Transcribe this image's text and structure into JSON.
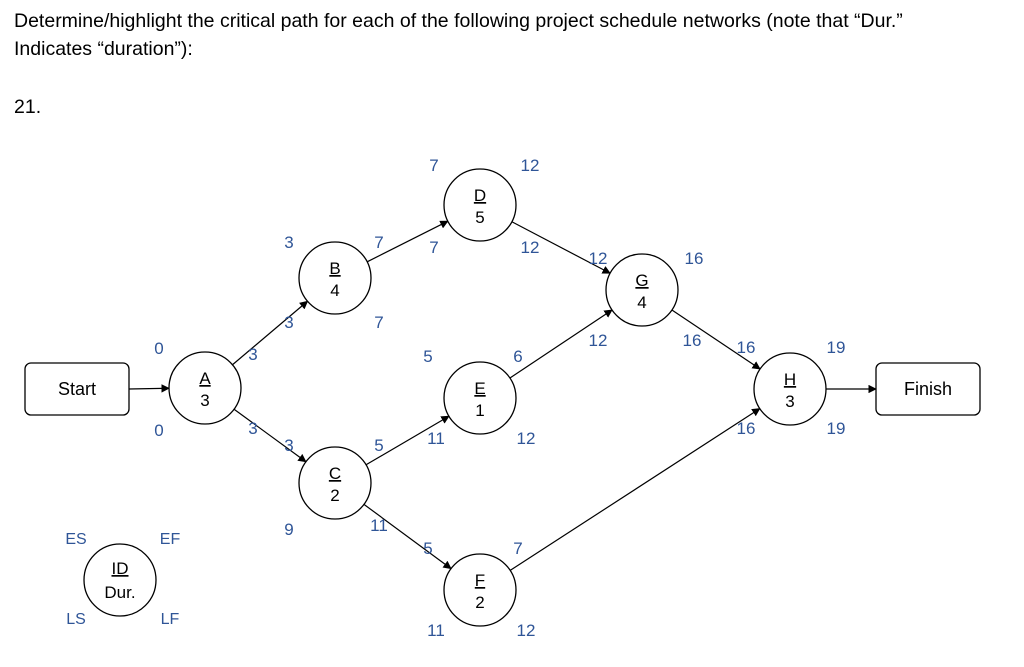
{
  "question": {
    "line1": "Determine/highlight the critical path for each of the following project schedule networks (note that “Dur.”",
    "line2": "Indicates “duration”):",
    "number": "21."
  },
  "colors": {
    "number_blue": "#2f5597",
    "ink": "#000000"
  },
  "network": {
    "nodes": [
      {
        "id": "start",
        "shape": "box",
        "label": "Start"
      },
      {
        "id": "finish",
        "shape": "box",
        "label": "Finish"
      },
      {
        "id": "A",
        "shape": "circle",
        "label": "A",
        "duration": "3",
        "es": "0",
        "ef": "3",
        "ls": "0",
        "lf": "3"
      },
      {
        "id": "B",
        "shape": "circle",
        "label": "B",
        "duration": "4",
        "es": "3",
        "ef": "7",
        "ls": "3",
        "lf": "7"
      },
      {
        "id": "C",
        "shape": "circle",
        "label": "C",
        "duration": "2",
        "es": "3",
        "ef": "5",
        "ls": "9",
        "lf": "11"
      },
      {
        "id": "D",
        "shape": "circle",
        "label": "D",
        "duration": "5",
        "es": "7",
        "ef": "12",
        "ls": "7",
        "lf": "12"
      },
      {
        "id": "E",
        "shape": "circle",
        "label": "E",
        "duration": "1",
        "es": "5",
        "ef": "6",
        "ls": "11",
        "lf": "12"
      },
      {
        "id": "F",
        "shape": "circle",
        "label": "F",
        "duration": "2",
        "es": "5",
        "ef": "7",
        "ls": "11",
        "lf": "12"
      },
      {
        "id": "G",
        "shape": "circle",
        "label": "G",
        "duration": "4",
        "es": "12",
        "ef": "16",
        "ls": "12",
        "lf": "16"
      },
      {
        "id": "H",
        "shape": "circle",
        "label": "H",
        "duration": "3",
        "es": "16",
        "ef": "19",
        "ls": "16",
        "lf": "19"
      }
    ],
    "edges": [
      {
        "from": "start",
        "to": "A"
      },
      {
        "from": "A",
        "to": "B"
      },
      {
        "from": "A",
        "to": "C"
      },
      {
        "from": "B",
        "to": "D"
      },
      {
        "from": "C",
        "to": "E"
      },
      {
        "from": "C",
        "to": "F"
      },
      {
        "from": "D",
        "to": "G"
      },
      {
        "from": "E",
        "to": "G"
      },
      {
        "from": "F",
        "to": "H"
      },
      {
        "from": "G",
        "to": "H"
      },
      {
        "from": "H",
        "to": "finish"
      }
    ]
  },
  "legend": {
    "id": "ID",
    "dur": "Dur.",
    "es": "ES",
    "ef": "EF",
    "ls": "LS",
    "lf": "LF"
  }
}
